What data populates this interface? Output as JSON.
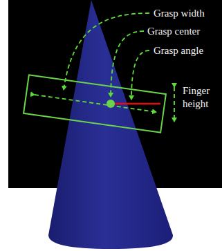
{
  "diagram": {
    "labels": [
      "Grasp width",
      "Grasp center",
      "Grasp angle",
      "Finger height"
    ]
  }
}
